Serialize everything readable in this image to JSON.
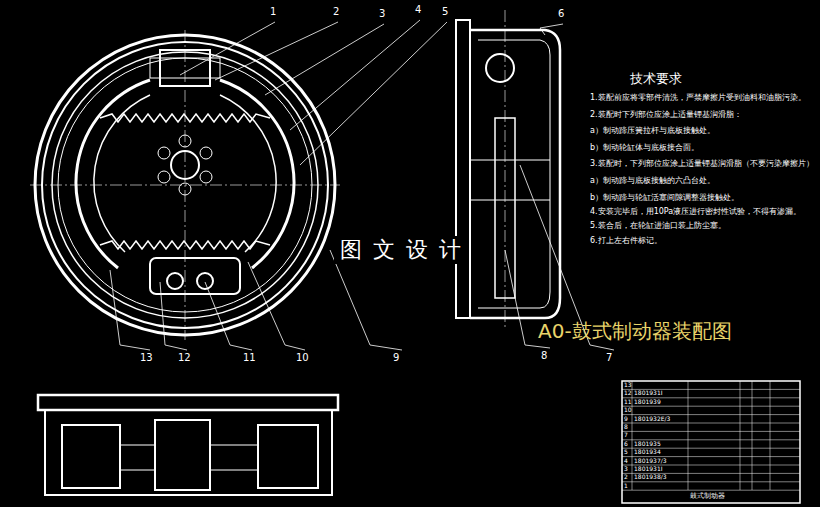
{
  "diagram": {
    "title": "A0-鼓式制动器装配图",
    "labels": [
      "1",
      "2",
      "3",
      "4",
      "5",
      "6",
      "13",
      "12",
      "11",
      "10",
      "9",
      "8",
      "7",
      "技术要求",
      "1.装配前应将零部件清洗，严禁摩擦片受到油料和油脂污染。",
      "2.装配时下列部位应涂上适量锂基润滑脂：",
      "a）制动蹄压簧拉杆与底板接触处。",
      "b）制动轮缸体与底板接合面。",
      "3.装配时，下列部位应涂上适量锂基润滑脂（不要污染摩擦片）",
      "a）制动蹄与底板接触的六凸台处。",
      "b）制动蹄与轮缸活塞间隙调整器接触处。",
      "4.安装完毕后，用10Pa液压进行密封性试验，不得有渗漏。",
      "5.装合后，在轮缸进油口装上防尘塞。",
      "6.打上左右件标记。",
      "图 文 设 计",
      "13",
      "12",
      "11",
      "10",
      "9",
      "8",
      "7",
      "6",
      "5",
      "4",
      "3",
      "2",
      "1",
      "1801931I",
      "1801939",
      "1801932E/3",
      "1801935",
      "1801934",
      "1801937/3",
      "1801931I",
      "1801938/3",
      "鼓式制动器"
    ]
  }
}
